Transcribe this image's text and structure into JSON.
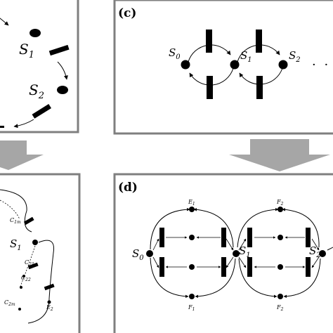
{
  "panels": {
    "c": {
      "label": "(c)",
      "states": [
        {
          "base": "S",
          "sub": "0"
        },
        {
          "base": "S",
          "sub": "1"
        },
        {
          "base": "S",
          "sub": "2"
        }
      ],
      "ellipsis": "· · ·"
    },
    "d": {
      "label": "(d)",
      "states": [
        {
          "base": "S",
          "sub": "0"
        },
        {
          "base": "S",
          "sub": "1"
        },
        {
          "base": "S",
          "sub": "2"
        }
      ],
      "places": [
        {
          "base": "E",
          "sub": "1"
        },
        {
          "base": "F",
          "sub": "1"
        },
        {
          "base": "F",
          "sub": "2"
        },
        {
          "base": "F",
          "sub": "2"
        }
      ]
    },
    "a": {
      "states": [
        {
          "base": "S",
          "sub": "1"
        },
        {
          "base": "S",
          "sub": "2"
        }
      ]
    },
    "b": {
      "states": [
        {
          "base": "S",
          "sub": "1"
        }
      ],
      "places": [
        {
          "base": "C",
          "sub": "1m"
        },
        {
          "base": "C",
          "sub": "21"
        },
        {
          "base": "C",
          "sub": "22"
        },
        {
          "base": "C",
          "sub": "2m"
        },
        {
          "base": "E",
          "sub": "2"
        }
      ]
    }
  }
}
